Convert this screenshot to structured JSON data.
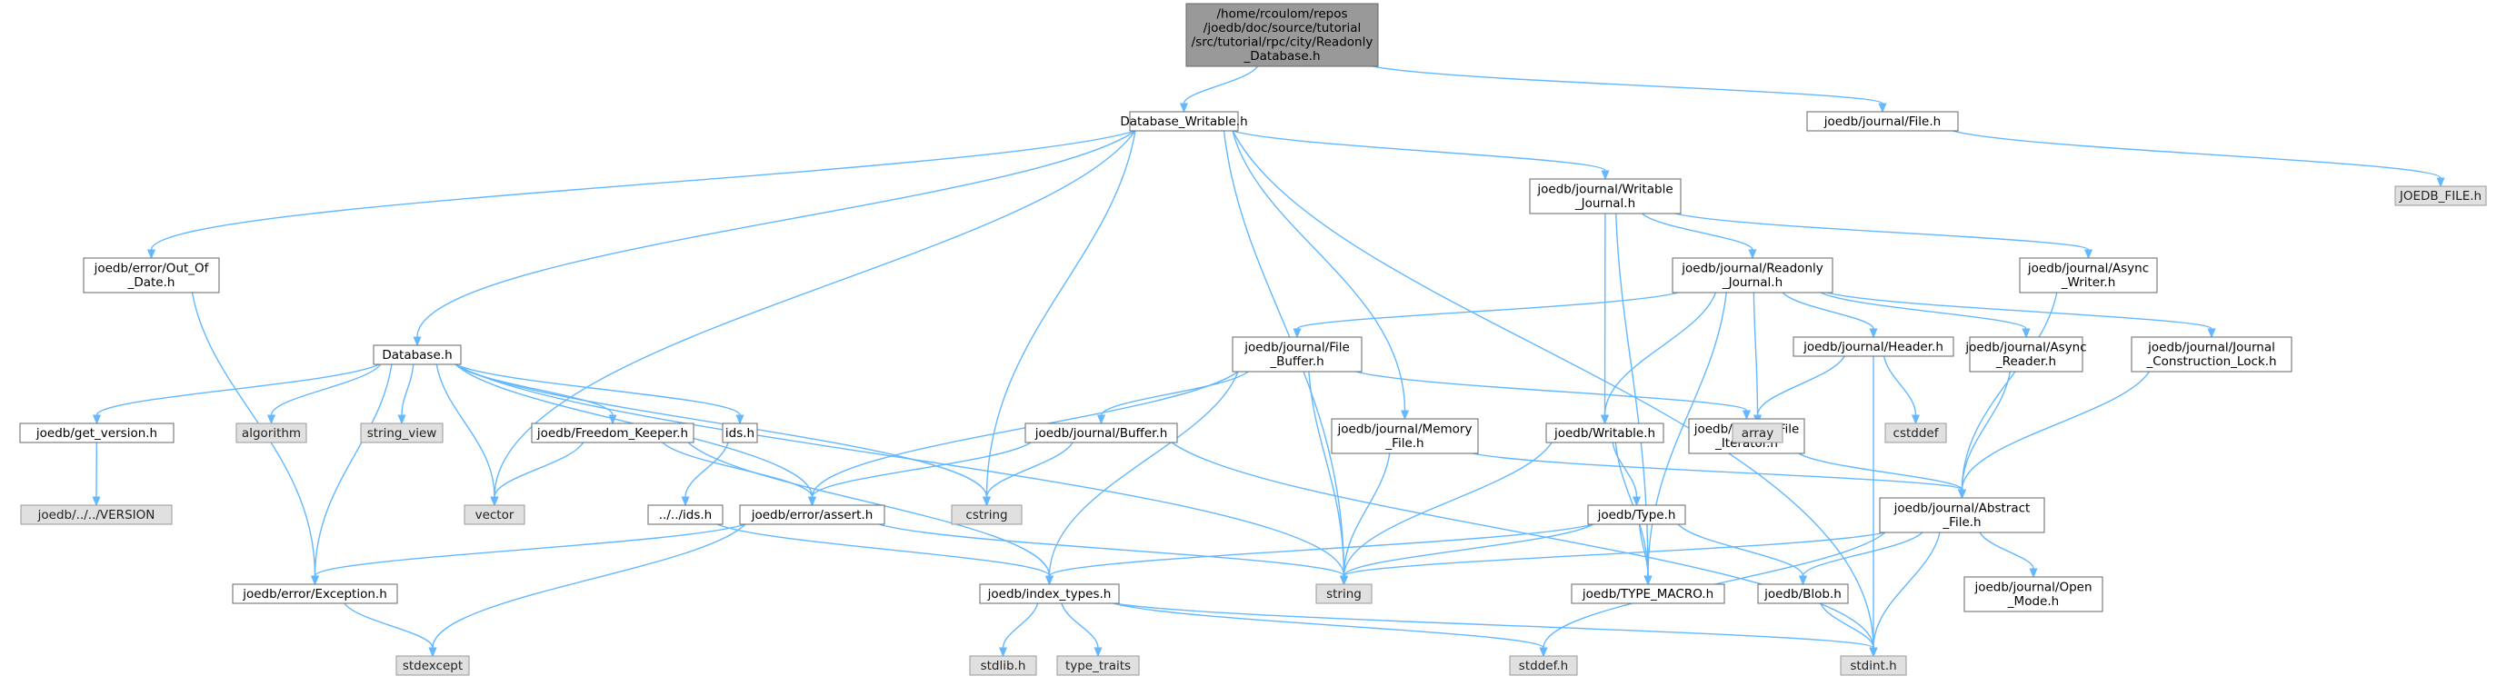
{
  "diagram": {
    "type": "include-dependency-graph",
    "colors": {
      "edge": "#63b8ff",
      "root_fill": "#999999",
      "node_fill": "#ffffff",
      "node_border": "#666666",
      "system_fill": "#e0e0e0",
      "system_border": "#999999"
    },
    "nodes": [
      {
        "id": "root",
        "kind": "root",
        "lines": [
          "/home/rcoulom/repos",
          "/joedb/doc/source/tutorial",
          "/src/tutorial/rpc/city/Readonly",
          "_Database.h"
        ]
      },
      {
        "id": "database_writable",
        "kind": "normal",
        "lines": [
          "Database_Writable.h"
        ]
      },
      {
        "id": "journal_file",
        "kind": "normal",
        "lines": [
          "joedb/journal/File.h"
        ]
      },
      {
        "id": "joedb_file_h",
        "kind": "system",
        "lines": [
          "JOEDB_FILE.h"
        ]
      },
      {
        "id": "out_of_date",
        "kind": "normal",
        "lines": [
          "joedb/error/Out_Of",
          "_Date.h"
        ]
      },
      {
        "id": "database",
        "kind": "normal",
        "lines": [
          "Database.h"
        ]
      },
      {
        "id": "writable_journal",
        "kind": "normal",
        "lines": [
          "joedb/journal/Writable",
          "_Journal.h"
        ]
      },
      {
        "id": "readonly_journal",
        "kind": "normal",
        "lines": [
          "joedb/journal/Readonly",
          "_Journal.h"
        ]
      },
      {
        "id": "async_writer",
        "kind": "normal",
        "lines": [
          "joedb/journal/Async",
          "_Writer.h"
        ]
      },
      {
        "id": "file_buffer",
        "kind": "normal",
        "lines": [
          "joedb/journal/File",
          "_Buffer.h"
        ]
      },
      {
        "id": "header",
        "kind": "normal",
        "lines": [
          "joedb/journal/Header.h"
        ]
      },
      {
        "id": "async_reader",
        "kind": "normal",
        "lines": [
          "joedb/journal/Async",
          "_Reader.h"
        ]
      },
      {
        "id": "construction_lock",
        "kind": "normal",
        "lines": [
          "joedb/journal/Journal",
          "_Construction_Lock.h"
        ]
      },
      {
        "id": "get_version",
        "kind": "normal",
        "lines": [
          "joedb/get_version.h"
        ]
      },
      {
        "id": "algorithm",
        "kind": "system",
        "lines": [
          "algorithm"
        ]
      },
      {
        "id": "string_view",
        "kind": "system",
        "lines": [
          "string_view"
        ]
      },
      {
        "id": "freedom_keeper",
        "kind": "normal",
        "lines": [
          "joedb/Freedom_Keeper.h"
        ]
      },
      {
        "id": "ids",
        "kind": "normal",
        "lines": [
          "ids.h"
        ]
      },
      {
        "id": "buffer",
        "kind": "normal",
        "lines": [
          "joedb/journal/Buffer.h"
        ]
      },
      {
        "id": "memory_file",
        "kind": "normal",
        "lines": [
          "joedb/journal/Memory",
          "_File.h"
        ]
      },
      {
        "id": "writable",
        "kind": "normal",
        "lines": [
          "joedb/Writable.h"
        ]
      },
      {
        "id": "file_iterator",
        "kind": "normal",
        "lines": [
          "joedb/journal/File",
          "_Iterator.h"
        ]
      },
      {
        "id": "array",
        "kind": "system",
        "lines": [
          "array"
        ]
      },
      {
        "id": "cstddef",
        "kind": "system",
        "lines": [
          "cstddef"
        ]
      },
      {
        "id": "version",
        "kind": "system",
        "lines": [
          "joedb/../../VERSION"
        ]
      },
      {
        "id": "vector",
        "kind": "system",
        "lines": [
          "vector"
        ]
      },
      {
        "id": "up_ids",
        "kind": "normal",
        "lines": [
          "../../ids.h"
        ]
      },
      {
        "id": "assert",
        "kind": "normal",
        "lines": [
          "joedb/error/assert.h"
        ]
      },
      {
        "id": "cstring",
        "kind": "system",
        "lines": [
          "cstring"
        ]
      },
      {
        "id": "type",
        "kind": "normal",
        "lines": [
          "joedb/Type.h"
        ]
      },
      {
        "id": "abstract_file",
        "kind": "normal",
        "lines": [
          "joedb/journal/Abstract",
          "_File.h"
        ]
      },
      {
        "id": "exception",
        "kind": "normal",
        "lines": [
          "joedb/error/Exception.h"
        ]
      },
      {
        "id": "index_types",
        "kind": "normal",
        "lines": [
          "joedb/index_types.h"
        ]
      },
      {
        "id": "string",
        "kind": "system",
        "lines": [
          "string"
        ]
      },
      {
        "id": "type_macro",
        "kind": "normal",
        "lines": [
          "joedb/TYPE_MACRO.h"
        ]
      },
      {
        "id": "blob",
        "kind": "normal",
        "lines": [
          "joedb/Blob.h"
        ]
      },
      {
        "id": "open_mode",
        "kind": "normal",
        "lines": [
          "joedb/journal/Open",
          "_Mode.h"
        ]
      },
      {
        "id": "stdexcept",
        "kind": "system",
        "lines": [
          "stdexcept"
        ]
      },
      {
        "id": "stdlib",
        "kind": "system",
        "lines": [
          "stdlib.h"
        ]
      },
      {
        "id": "type_traits",
        "kind": "system",
        "lines": [
          "type_traits"
        ]
      },
      {
        "id": "stddef",
        "kind": "system",
        "lines": [
          "stddef.h"
        ]
      },
      {
        "id": "stdint",
        "kind": "system",
        "lines": [
          "stdint.h"
        ]
      }
    ]
  }
}
